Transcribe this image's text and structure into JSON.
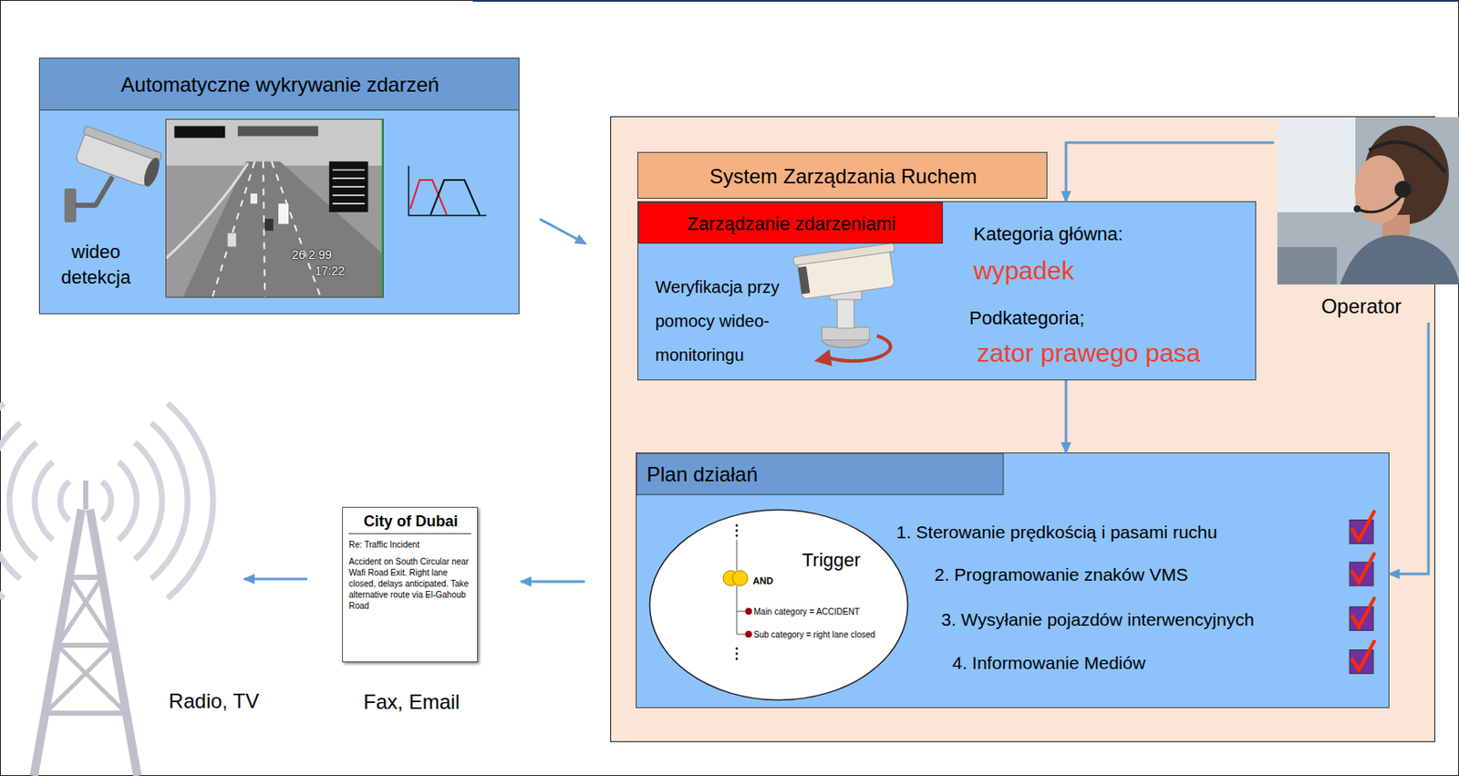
{
  "diagram": {
    "nodes": [
      {
        "text": [
          "Automatyczne wykrywanie zdarzeń",
          "wideo detekcja"
        ]
      },
      {
        "text": []
      },
      {
        "text": [
          "Operator"
        ],
        "in": 1
      },
      {
        "text": [
          "System Zarządzania Ruchem"
        ],
        "in": 1
      },
      {
        "text": [
          "Weryfikacja przy pomocy wideo-monitoringu",
          "Kategoria główna:",
          "wypadek",
          "Podkategoria;",
          "zator prawego pasa"
        ],
        "in": 1
      },
      {
        "text": [
          "Zarządzanie zdarzeniami"
        ],
        "in": 4
      },
      {
        "text": [
          "Plan działań",
          "1. Sterowanie prędkością i pasami ruchu",
          "2. Programowanie znaków VMS",
          "3. Wysyłanie pojazdów interwencyjnych",
          "4. Informowanie Mediów"
        ],
        "in": 1
      },
      {
        "text": [
          "Trigger",
          "AND",
          "Main category = ACCIDENT",
          "Sub category = right lane closed"
        ],
        "in": 6
      },
      {
        "text": [
          "City of Dubai",
          "Re: Traffic Incident",
          "Accident on South Circular near Wafi Road Exit. Right lane closed, delays anticipated. Take alternative route via El-Gahoub Road",
          "Fax, Email"
        ]
      },
      {
        "text": [
          "Radio, TV"
        ]
      }
    ],
    "edges": [
      {
        "from": 0,
        "to": 1,
        "arrow": "to"
      },
      {
        "from": 2,
        "to": 4,
        "arrow": "to"
      },
      {
        "from": 4,
        "to": 6,
        "arrow": "to"
      },
      {
        "from": 2,
        "to": 6,
        "arrow": "to"
      },
      {
        "from": 1,
        "to": 8,
        "arrow": "to"
      },
      {
        "from": 8,
        "to": 9,
        "arrow": "to"
      }
    ],
    "labels": [
      "26 2 99",
      "17:22"
    ]
  }
}
